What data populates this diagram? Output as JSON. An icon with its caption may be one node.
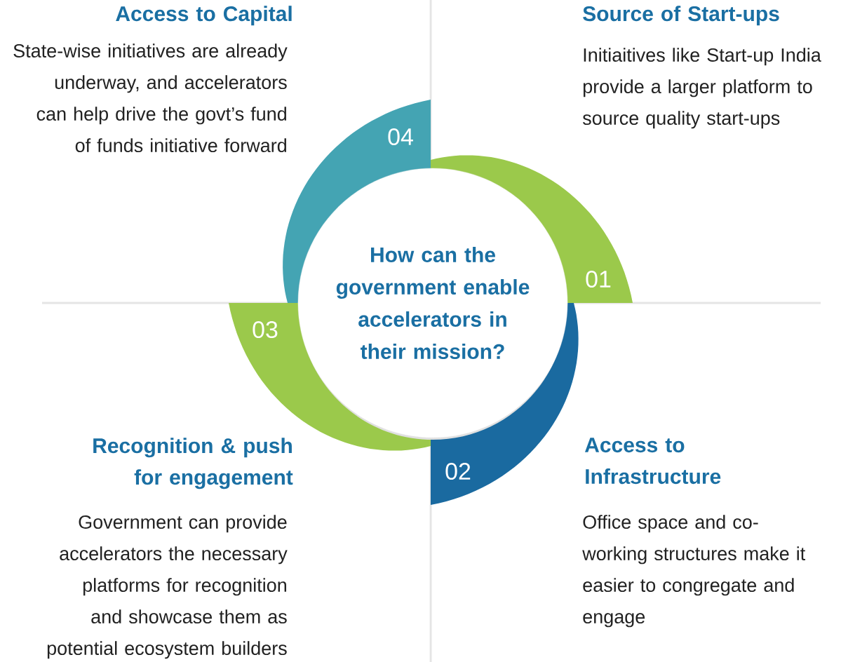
{
  "diagram": {
    "nodes": [
      {
        "text": [
          "How can the government enable accelerators in their mission?"
        ]
      },
      {
        "text": [
          "01"
        ],
        "beside": [
          "Source of Start-ups",
          "Initiaitives like Start-up India provide a larger platform to source quality start-ups"
        ]
      },
      {
        "text": [
          "02"
        ],
        "beside": [
          "Access to Infrastructure",
          "Office space and co- working structures make it easier to congregate and engage"
        ]
      },
      {
        "text": [
          "03"
        ],
        "beside": [
          "Recognition & push for engagement",
          "Government can provide accelerators the necessary platforms for recognition and showcase them as potential ecosystem builders"
        ]
      },
      {
        "text": [
          "04"
        ],
        "beside": [
          "Access to Capital",
          "State-wise initiatives are already underway, and accelerators can help drive the govt’s fund of funds initiative forward"
        ]
      }
    ]
  }
}
